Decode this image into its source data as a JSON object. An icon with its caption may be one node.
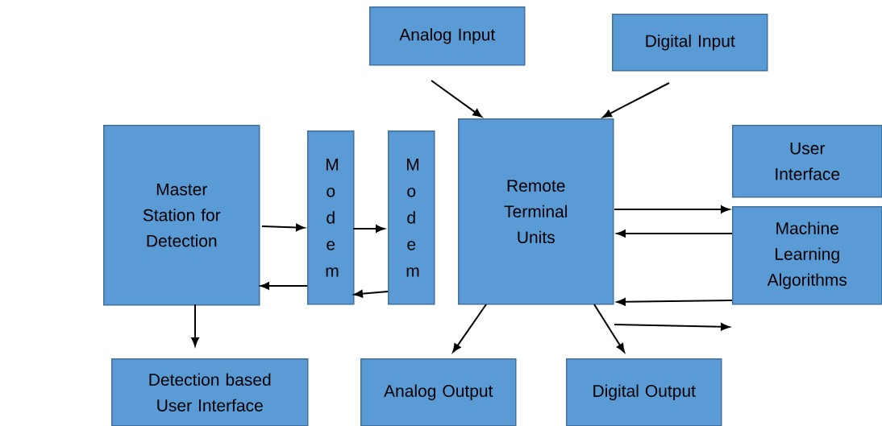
{
  "diagram": {
    "nodes": [
      {
        "text": [
          "Analog Input"
        ]
      },
      {
        "text": [
          "Digital Input"
        ]
      },
      {
        "text": [
          "Master Station for Detection"
        ]
      },
      {
        "text": [
          "M o d e m"
        ]
      },
      {
        "text": [
          "M o d e m"
        ]
      },
      {
        "text": [
          "Remote Terminal Units"
        ]
      },
      {
        "text": [
          "User Interface"
        ]
      },
      {
        "text": [
          "Machine Learning Algorithms"
        ]
      },
      {
        "text": [
          "Detection based User Interface"
        ]
      },
      {
        "text": [
          "Analog Output"
        ]
      },
      {
        "text": [
          "Digital Output"
        ]
      }
    ],
    "edges": [
      {
        "from": null,
        "to": 5,
        "arrow": "to"
      },
      {
        "from": null,
        "to": 5,
        "arrow": "to"
      },
      {
        "from": 2,
        "to": 3,
        "arrow": "to"
      },
      {
        "from": 3,
        "to": 2,
        "arrow": "to"
      },
      {
        "from": 3,
        "to": 4,
        "arrow": "to"
      },
      {
        "from": 4,
        "to": 3,
        "arrow": "to"
      },
      {
        "from": 5,
        "to": 7,
        "arrow": "to"
      },
      {
        "from": 7,
        "to": 5,
        "arrow": "to"
      },
      {
        "from": 7,
        "to": 5,
        "arrow": "to"
      },
      {
        "from": 5,
        "to": null,
        "arrow": "to"
      },
      {
        "from": 2,
        "to": 8,
        "arrow": "to"
      },
      {
        "from": 5,
        "to": 9,
        "arrow": "to"
      },
      {
        "from": 5,
        "to": 10,
        "arrow": "to"
      }
    ]
  }
}
